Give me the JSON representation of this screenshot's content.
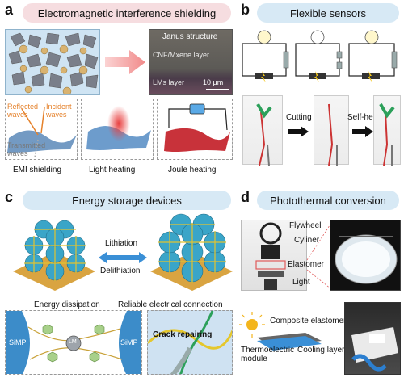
{
  "panels": {
    "a": {
      "letter": "a",
      "title": "Electromagnetic interference shielding",
      "sem_title": "Janus structure",
      "sem_top": "CNF/Mxene layer",
      "sem_bottom": "LMs layer",
      "scale": "10 μm",
      "reflected": "Reflected waves",
      "incident": "Incident waves",
      "transmitted": "Transmitted waves",
      "captions": [
        "EMI shielding",
        "Light heating",
        "Joule heating"
      ]
    },
    "b": {
      "letter": "b",
      "title": "Flexible sensors",
      "cutting": "Cutting",
      "self_healed": "Self-healed"
    },
    "c": {
      "letter": "c",
      "title": "Energy storage devices",
      "lithiation": "Lithiation",
      "delithiation": "Delithiation",
      "energy_dissipation": "Energy dissipation",
      "reliable": "Reliable electrical connection",
      "simp_left": "SiMP",
      "simp_right": "SiMP",
      "lm": "LM",
      "crack": "Crack repairing"
    },
    "d": {
      "letter": "d",
      "title": "Photothermal conversion",
      "flywheel": "Flywheel",
      "cyliner": "Cyliner",
      "elastomer": "Elastomer",
      "light": "Light",
      "composite": "Composite elastomer",
      "thermo": "Thermoelectric module",
      "cooling": "Cooling layer"
    }
  },
  "colors": {
    "header_pink": "#f6dde0",
    "header_blue": "#d7e9f5",
    "accent_red": "#e05b5b",
    "arrow_blue": "#3a8fd6",
    "green": "#2ca05a"
  }
}
